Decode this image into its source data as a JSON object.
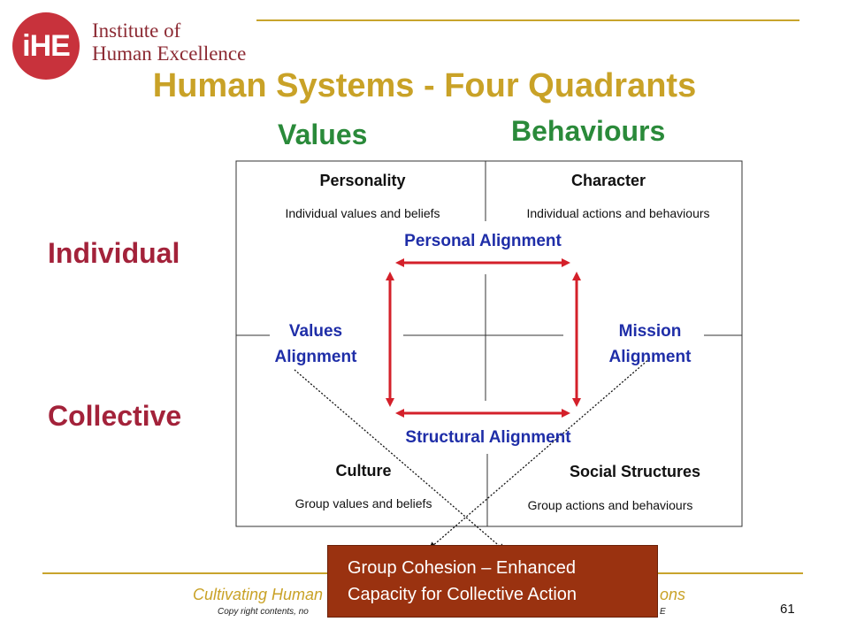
{
  "logo": {
    "mark": "iHE",
    "line1": "Institute of",
    "line2": "Human Excellence"
  },
  "title": "Human Systems - Four Quadrants",
  "columns": {
    "left": "Values",
    "right": "Behaviours"
  },
  "rows": {
    "top": "Individual",
    "bottom": "Collective"
  },
  "quadrants": {
    "top_left": {
      "title": "Personality",
      "subtitle": "Individual values and beliefs"
    },
    "top_right": {
      "title": "Character",
      "subtitle": "Individual actions and behaviours"
    },
    "bottom_left": {
      "title": "Culture",
      "subtitle": "Group values and beliefs"
    },
    "bottom_right": {
      "title": "Social Structures",
      "subtitle": "Group actions and behaviours"
    }
  },
  "alignments": {
    "personal": "Personal Alignment",
    "structural": "Structural Alignment",
    "values_line1": "Values",
    "values_line2": "Alignment",
    "mission_line1": "Mission",
    "mission_line2": "Alignment"
  },
  "cohesion": {
    "line1": "Group Cohesion – Enhanced",
    "line2": "Capacity for Collective Action"
  },
  "footer": {
    "title": "Cultivating Human",
    "title_end": "ons",
    "copyright": "Copy right contents, no",
    "copyright_end": "E"
  },
  "page_number": "61",
  "colors": {
    "accent_gold": "#c9a227",
    "values_green": "#2a8a3a",
    "row_red": "#a3223a",
    "alignment_blue": "#1f2ea8",
    "arrow_red": "#d4202a",
    "cohesion_box": "#9a3210"
  }
}
